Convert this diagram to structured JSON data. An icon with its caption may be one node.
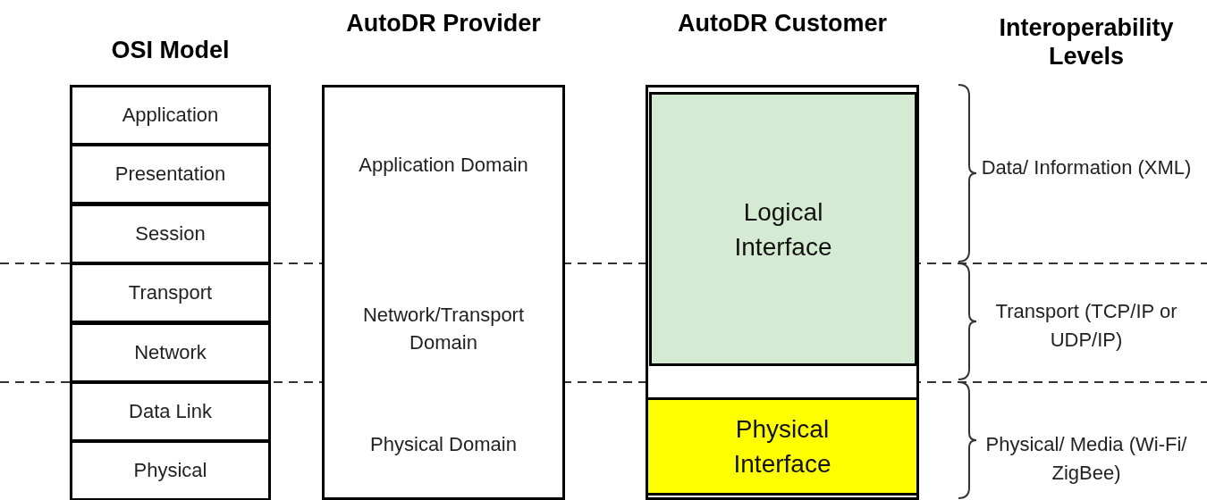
{
  "diagram": {
    "nodes": [
      {
        "text": [
          "OSI Model"
        ]
      },
      {
        "text": [
          "Application"
        ],
        "in": 0
      },
      {
        "text": [
          "Presentation"
        ],
        "in": 0
      },
      {
        "text": [
          "Session"
        ],
        "in": 0
      },
      {
        "text": [
          "Transport"
        ],
        "in": 0
      },
      {
        "text": [
          "Network"
        ],
        "in": 0
      },
      {
        "text": [
          "Data Link"
        ],
        "in": 0
      },
      {
        "text": [
          "Physical"
        ],
        "in": 0
      },
      {
        "text": [
          "AutoDR Provider",
          "Application Domain",
          "Network/Transport Domain",
          "Physical Domain"
        ]
      },
      {
        "text": [
          "AutoDR Customer"
        ]
      },
      {
        "text": [
          "Logical Interface"
        ],
        "in": 9
      },
      {
        "text": [
          "Physical Interface"
        ],
        "in": 9
      }
    ],
    "edges": [],
    "labels": [
      "Interoperability Levels",
      "Data/ Information (XML)",
      "Transport (TCP/IP or UDP/IP)",
      "Physical/ Media (Wi-Fi/ ZigBee)"
    ]
  }
}
